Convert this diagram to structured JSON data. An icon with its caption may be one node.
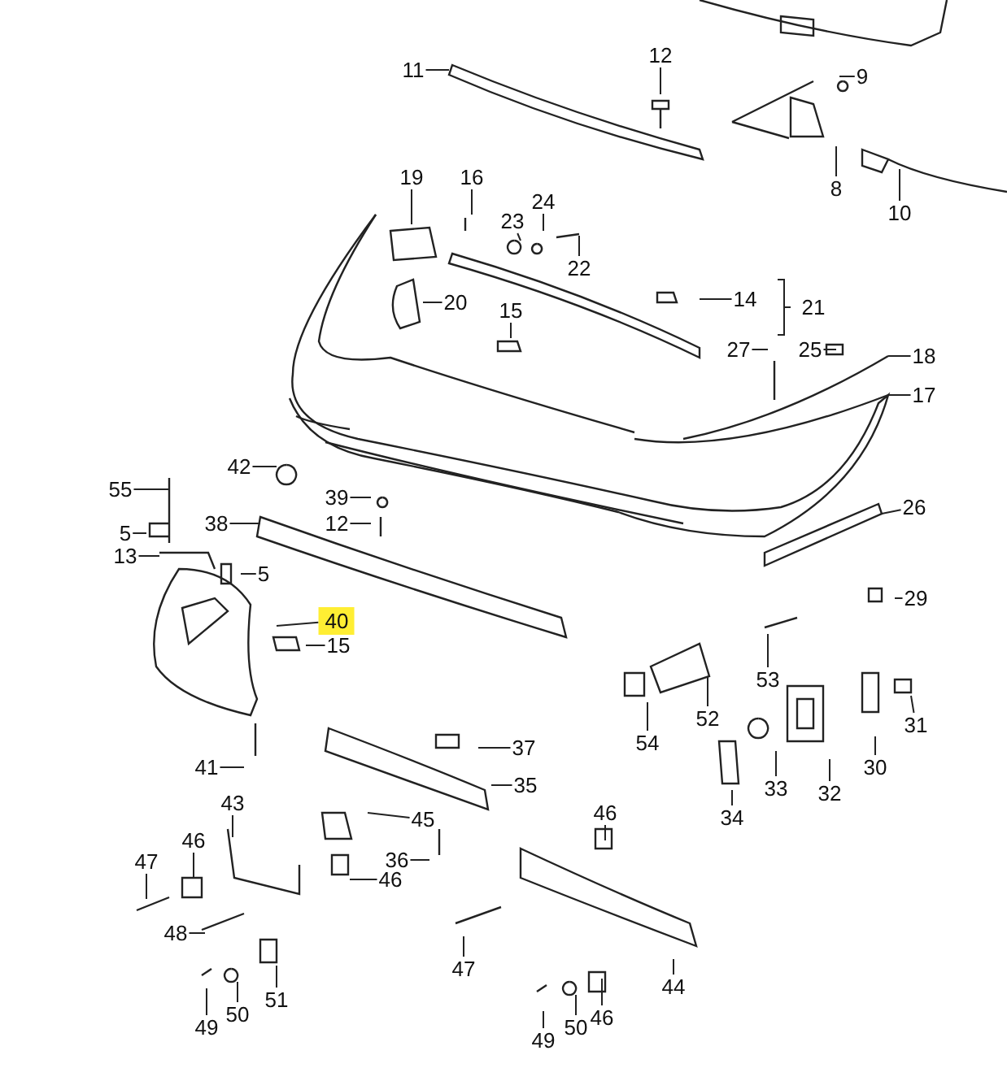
{
  "diagram": {
    "nodes": [
      {
        "text": [
          "11"
        ]
      },
      {
        "text": [
          "12"
        ]
      },
      {
        "text": [
          "9"
        ]
      },
      {
        "text": [
          "8"
        ]
      },
      {
        "text": [
          "10"
        ]
      },
      {
        "text": [
          "19"
        ]
      },
      {
        "text": [
          "16"
        ]
      },
      {
        "text": [
          "23"
        ]
      },
      {
        "text": [
          "24"
        ]
      },
      {
        "text": [
          "22"
        ]
      },
      {
        "text": [
          "20"
        ]
      },
      {
        "text": [
          "15"
        ]
      },
      {
        "text": [
          "14"
        ]
      },
      {
        "text": [
          "27"
        ]
      },
      {
        "text": [
          "25"
        ]
      },
      {
        "text": [
          "18"
        ]
      },
      {
        "text": [
          "17"
        ]
      },
      {
        "text": [
          "42"
        ]
      },
      {
        "text": [
          "55"
        ]
      },
      {
        "text": [
          "39"
        ]
      },
      {
        "text": [
          "12"
        ]
      },
      {
        "text": [
          "38"
        ]
      },
      {
        "text": [
          "5"
        ]
      },
      {
        "text": [
          "13"
        ]
      },
      {
        "text": [
          "5"
        ]
      },
      {
        "text": [
          "26"
        ]
      },
      {
        "text": [
          "29"
        ]
      },
      {
        "text": [
          "40"
        ]
      },
      {
        "text": [
          "15"
        ]
      },
      {
        "text": [
          "53"
        ]
      },
      {
        "text": [
          "54"
        ]
      },
      {
        "text": [
          "52"
        ]
      },
      {
        "text": [
          "31"
        ]
      },
      {
        "text": [
          "30"
        ]
      },
      {
        "text": [
          "32"
        ]
      },
      {
        "text": [
          "33"
        ]
      },
      {
        "text": [
          "34"
        ]
      },
      {
        "text": [
          "41"
        ]
      },
      {
        "text": [
          "37"
        ]
      },
      {
        "text": [
          "35"
        ]
      },
      {
        "text": [
          "43"
        ]
      },
      {
        "text": [
          "45"
        ]
      },
      {
        "text": [
          "46"
        ]
      },
      {
        "text": [
          "47"
        ]
      },
      {
        "text": [
          "36"
        ]
      },
      {
        "text": [
          "46"
        ]
      },
      {
        "text": [
          "48"
        ]
      },
      {
        "text": [
          "49"
        ]
      },
      {
        "text": [
          "50"
        ]
      },
      {
        "text": [
          "51"
        ]
      },
      {
        "text": [
          "46"
        ]
      },
      {
        "text": [
          "47"
        ]
      },
      {
        "text": [
          "44"
        ]
      },
      {
        "text": [
          "49"
        ]
      },
      {
        "text": [
          "50"
        ]
      },
      {
        "text": [
          "46"
        ]
      }
    ],
    "edges": [
      {
        "from": 0,
        "to": null,
        "arrow": "none"
      },
      {
        "from": 1,
        "to": null,
        "arrow": "none"
      },
      {
        "from": 2,
        "to": null,
        "arrow": "none"
      },
      {
        "from": 3,
        "to": null,
        "arrow": "none"
      },
      {
        "from": 4,
        "to": null,
        "arrow": "none"
      },
      {
        "from": 5,
        "to": null,
        "arrow": "none"
      },
      {
        "from": 6,
        "to": null,
        "arrow": "none"
      },
      {
        "from": 7,
        "to": null,
        "arrow": "none"
      },
      {
        "from": 8,
        "to": null,
        "arrow": "none"
      },
      {
        "from": 9,
        "to": null,
        "arrow": "none"
      },
      {
        "from": 10,
        "to": null,
        "arrow": "none"
      },
      {
        "from": 11,
        "to": null,
        "arrow": "none"
      },
      {
        "from": 12,
        "to": null,
        "arrow": "none"
      },
      {
        "from": 13,
        "to": null,
        "arrow": "none"
      },
      {
        "from": 14,
        "to": null,
        "arrow": "none"
      },
      {
        "from": 15,
        "to": null,
        "arrow": "none"
      },
      {
        "from": 16,
        "to": null,
        "arrow": "none"
      },
      {
        "from": 17,
        "to": null,
        "arrow": "none"
      },
      {
        "from": 18,
        "to": null,
        "arrow": "none"
      },
      {
        "from": 19,
        "to": null,
        "arrow": "none"
      },
      {
        "from": 20,
        "to": null,
        "arrow": "none"
      },
      {
        "from": 21,
        "to": null,
        "arrow": "none"
      },
      {
        "from": 22,
        "to": null,
        "arrow": "none"
      },
      {
        "from": 23,
        "to": null,
        "arrow": "none"
      },
      {
        "from": 24,
        "to": null,
        "arrow": "none"
      },
      {
        "from": 25,
        "to": null,
        "arrow": "none"
      },
      {
        "from": 26,
        "to": null,
        "arrow": "none"
      },
      {
        "from": 27,
        "to": null,
        "arrow": "none"
      },
      {
        "from": 28,
        "to": null,
        "arrow": "none"
      },
      {
        "from": 29,
        "to": null,
        "arrow": "none"
      },
      {
        "from": 30,
        "to": null,
        "arrow": "none"
      },
      {
        "from": 31,
        "to": null,
        "arrow": "none"
      },
      {
        "from": 32,
        "to": null,
        "arrow": "none"
      },
      {
        "from": 33,
        "to": null,
        "arrow": "none"
      },
      {
        "from": 34,
        "to": null,
        "arrow": "none"
      },
      {
        "from": 35,
        "to": null,
        "arrow": "none"
      },
      {
        "from": 36,
        "to": null,
        "arrow": "none"
      },
      {
        "from": 37,
        "to": null,
        "arrow": "none"
      },
      {
        "from": 38,
        "to": null,
        "arrow": "none"
      },
      {
        "from": 39,
        "to": null,
        "arrow": "none"
      },
      {
        "from": 40,
        "to": null,
        "arrow": "none"
      },
      {
        "from": 41,
        "to": null,
        "arrow": "none"
      },
      {
        "from": 42,
        "to": null,
        "arrow": "none"
      },
      {
        "from": 43,
        "to": null,
        "arrow": "none"
      },
      {
        "from": 44,
        "to": null,
        "arrow": "none"
      },
      {
        "from": 45,
        "to": null,
        "arrow": "none"
      },
      {
        "from": 46,
        "to": null,
        "arrow": "none"
      },
      {
        "from": 47,
        "to": null,
        "arrow": "none"
      },
      {
        "from": 48,
        "to": null,
        "arrow": "none"
      },
      {
        "from": 49,
        "to": null,
        "arrow": "none"
      },
      {
        "from": 50,
        "to": null,
        "arrow": "none"
      },
      {
        "from": 51,
        "to": null,
        "arrow": "none"
      },
      {
        "from": 52,
        "to": null,
        "arrow": "none"
      },
      {
        "from": 53,
        "to": null,
        "arrow": "none"
      },
      {
        "from": 54,
        "to": null,
        "arrow": "none"
      },
      {
        "from": 55,
        "to": null,
        "arrow": "none"
      }
    ],
    "labels": [
      "21"
    ]
  }
}
